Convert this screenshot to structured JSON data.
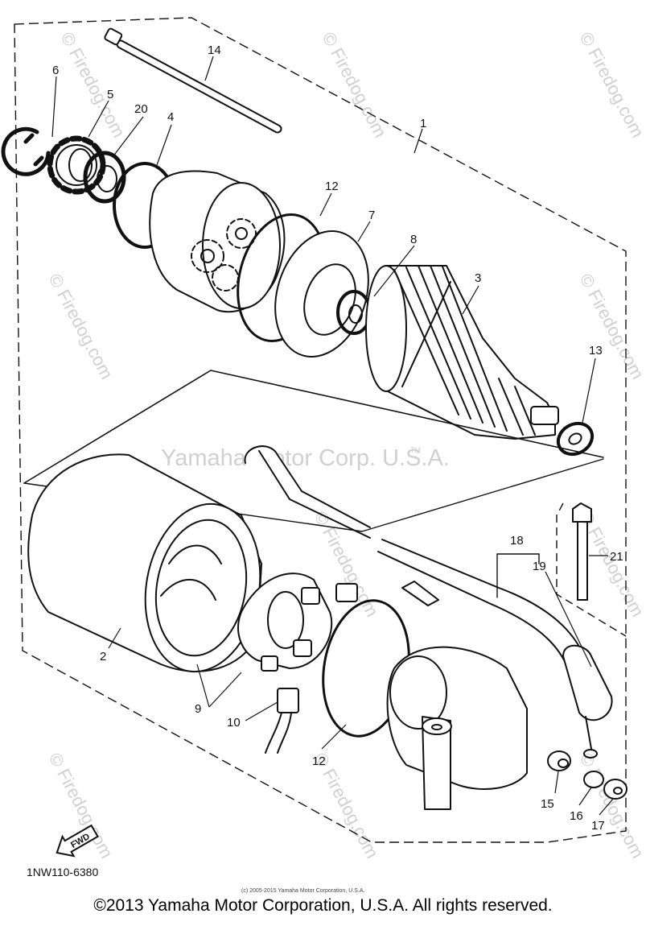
{
  "diagram": {
    "callouts": [
      "14",
      "6",
      "5",
      "20",
      "4",
      "1",
      "12",
      "7",
      "8",
      "3",
      "13",
      "21",
      "18",
      "19",
      "2",
      "9",
      "10",
      "12",
      "15",
      "16",
      "17"
    ],
    "fwd_label": "FWD",
    "part_code": "1NW110-6380"
  },
  "watermarks": {
    "center": "Yamaha Motor Corp. U.S.A.",
    "tm": "TM",
    "site": "© Firedog.com"
  },
  "footer": {
    "small_copyright": "(c) 2005-2015 Yamaha Motor Corporation, U.S.A.",
    "copyright": "©2013 Yamaha Motor Corporation, U.S.A. All rights reserved."
  }
}
